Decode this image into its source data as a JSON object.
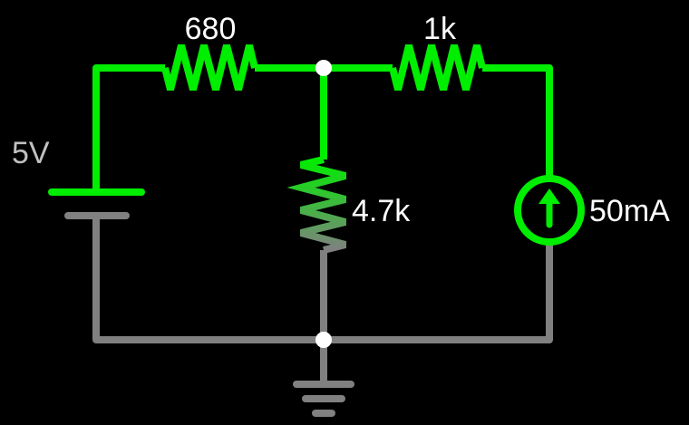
{
  "circuit": {
    "colors": {
      "active": "#00ee00",
      "ground": "#808080",
      "node": "#ffffff",
      "background": "#000000",
      "label": "#ffffff",
      "voltage_label": "#c0c0c0"
    },
    "components": [
      {
        "id": "V1",
        "type": "voltage-source",
        "label": "5V"
      },
      {
        "id": "R1",
        "type": "resistor",
        "label": "680"
      },
      {
        "id": "R2",
        "type": "resistor",
        "label": "1k"
      },
      {
        "id": "R3",
        "type": "resistor",
        "label": "4.7k"
      },
      {
        "id": "I1",
        "type": "current-source",
        "label": "50mA",
        "direction": "up"
      },
      {
        "id": "GND",
        "type": "ground",
        "label": ""
      }
    ],
    "nodes": [
      "top-junction",
      "bottom-junction"
    ]
  }
}
